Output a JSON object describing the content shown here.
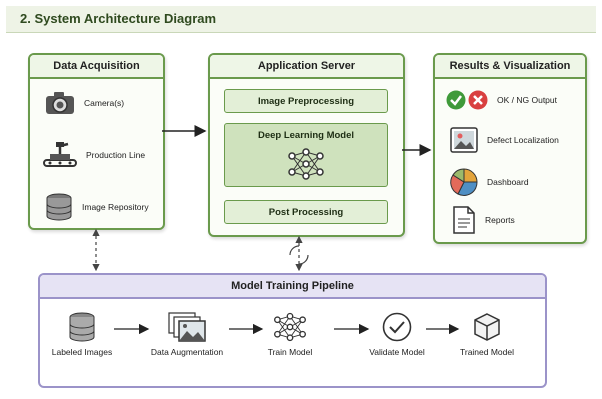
{
  "title": "2.  System Architecture Diagram",
  "data_acquisition": {
    "heading": "Data Acquisition",
    "items": [
      {
        "label": "Camera(s)",
        "icon": "camera-icon"
      },
      {
        "label": "Production Line",
        "icon": "robot-arm-icon"
      },
      {
        "label": "Image Repository",
        "icon": "database-icon"
      }
    ]
  },
  "app_server": {
    "heading": "Application Server",
    "steps": [
      "Image Preprocessing",
      "Deep Learning Model",
      "Post Processing"
    ],
    "icon": "neural-network-icon"
  },
  "results": {
    "heading": "Results & Visualization",
    "items": [
      {
        "label": "OK / NG Output",
        "icon": "ok-ng-icon"
      },
      {
        "label": "Defect Localization",
        "icon": "image-icon"
      },
      {
        "label": "Dashboard",
        "icon": "pie-chart-icon"
      },
      {
        "label": "Reports",
        "icon": "document-icon"
      }
    ]
  },
  "pipeline": {
    "heading": "Model Training Pipeline",
    "steps": [
      "Labeled Images",
      "Data Augmentation",
      "Train Model",
      "Validate Model",
      "Trained Model"
    ]
  },
  "colors": {
    "panel_border": "#6a9a4c",
    "pipeline_border": "#9b93c9",
    "ok_green": "#3f9a3a",
    "ng_red": "#d94040"
  }
}
